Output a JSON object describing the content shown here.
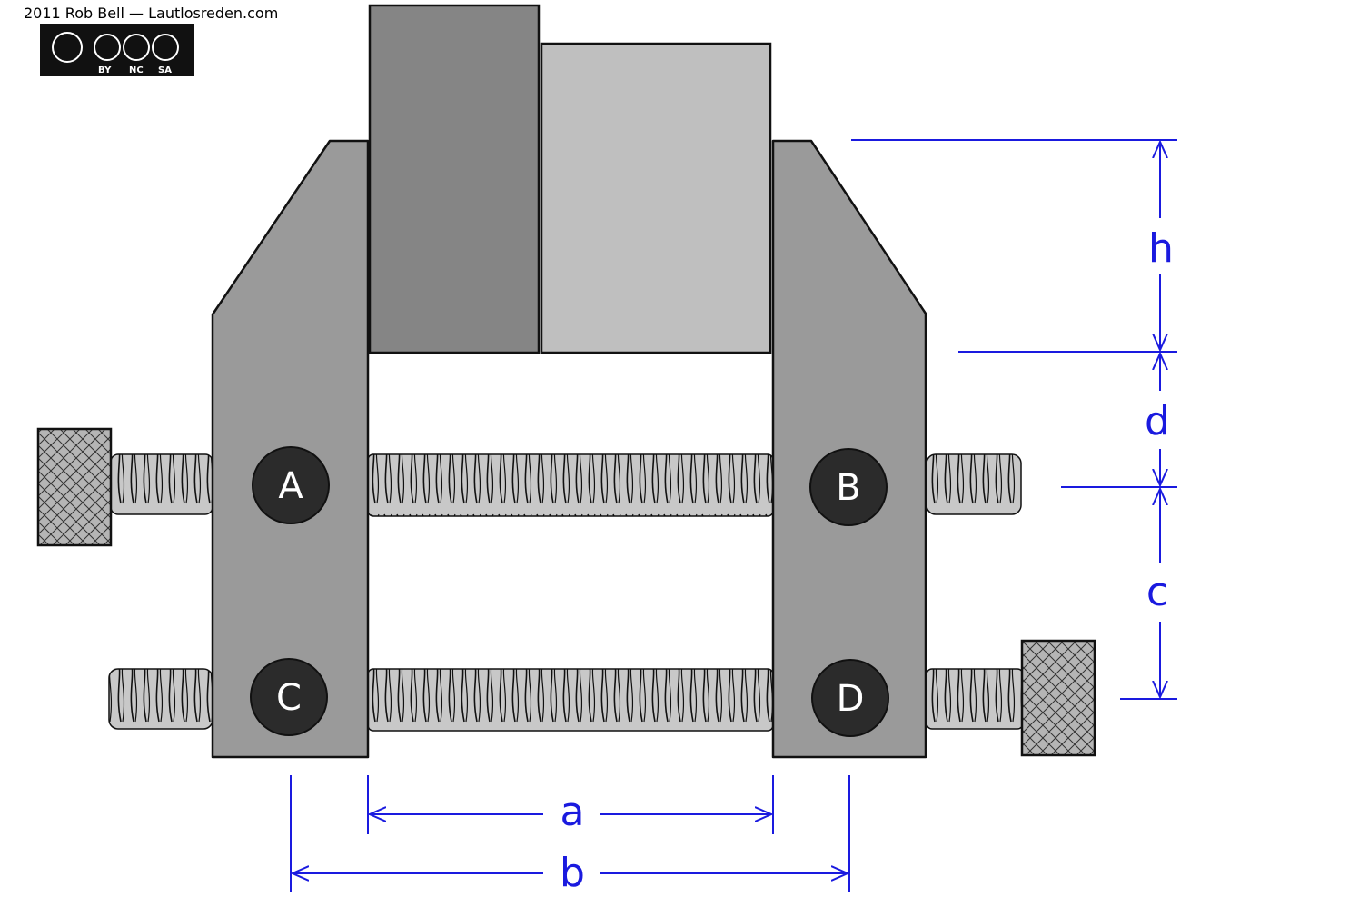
{
  "license_badge": {
    "url_text": "2011 Rob Bell — Lautlosreden.com",
    "labels": [
      "BY",
      "NC",
      "SA"
    ]
  },
  "pins": {
    "a": "A",
    "b": "B",
    "c": "C",
    "d": "D"
  },
  "dimensions": {
    "h": "h",
    "d": "d",
    "c": "c",
    "a": "a",
    "b": "b"
  },
  "colors": {
    "jaw": "#9a9a9a",
    "block_dark": "#858585",
    "block_light": "#bfbfbf",
    "screw": "#c8c8c8",
    "knob": "#b5b5b5",
    "pin": "#2b2b2b",
    "dimension": "#1a1adf",
    "outline": "#000000"
  }
}
